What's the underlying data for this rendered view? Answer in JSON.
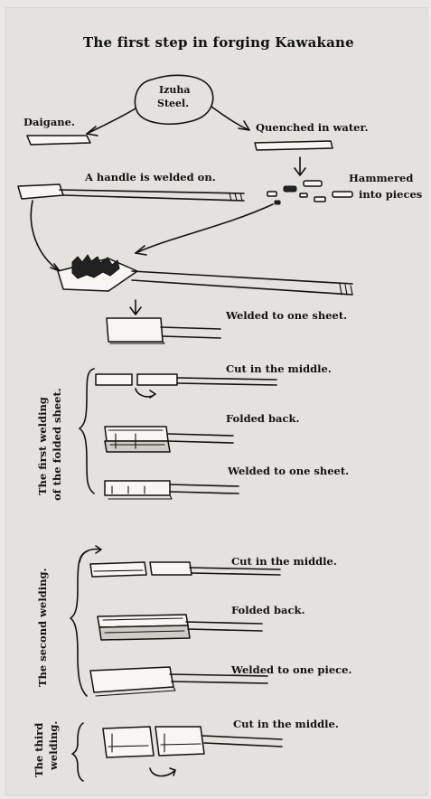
{
  "title": "The first step in forging Kawakane",
  "source_box": {
    "line1": "Izuha",
    "line2": "Steel."
  },
  "labels": {
    "daigane": "Daigane.",
    "quenched": "Quenched in water.",
    "handle_welded": "A handle is welded on.",
    "hammered_1": "Hammered",
    "hammered_2": "into pieces",
    "welded_sheet_1": "Welded to one sheet.",
    "cut_1": "Cut in the middle.",
    "folded_1": "Folded back.",
    "welded_sheet_2": "Welded to one sheet.",
    "cut_2": "Cut in the middle.",
    "folded_2": "Folded back.",
    "welded_piece": "Welded to one piece.",
    "cut_3": "Cut in the middle."
  },
  "sections": {
    "first": {
      "line1": "The first welding",
      "line2": "of the folded sheet."
    },
    "second": {
      "line1": "The second welding."
    },
    "third": {
      "line1": "The third",
      "line2": "welding."
    }
  }
}
